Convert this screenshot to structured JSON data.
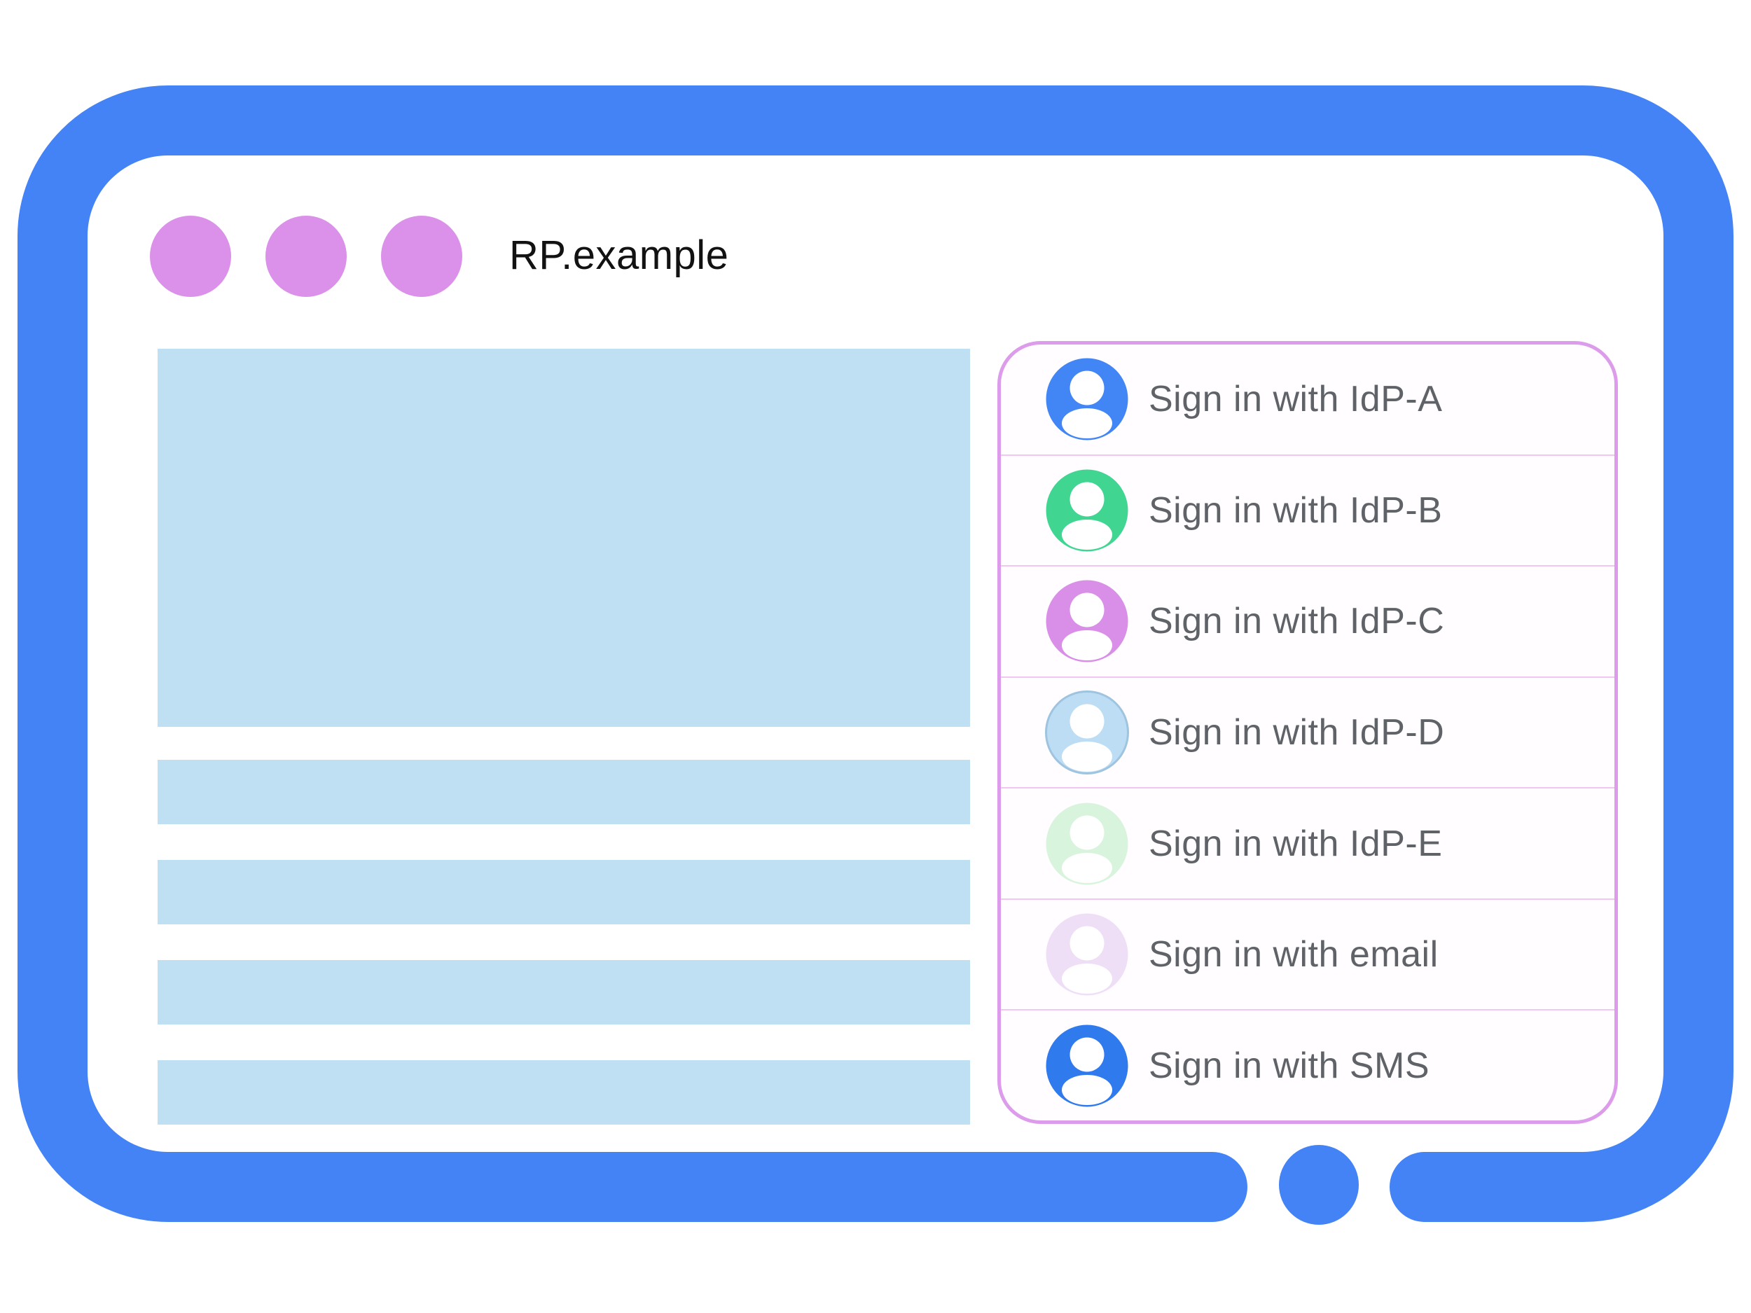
{
  "colors": {
    "frame": "#4483f5",
    "window_dot": "#db90e9",
    "content_block": "#bfdff3",
    "panel_border": "#dc9ceb",
    "row_divider": "#f1c6f3",
    "label_text": "#5f6368",
    "title_text": "#121212"
  },
  "browser": {
    "title": "RP.example",
    "window_dot_count": 3
  },
  "content_placeholder": {
    "hero_blocks": 1,
    "text_bars": 4
  },
  "signin_panel": {
    "items": [
      {
        "id": "idp-a",
        "label": "Sign in with IdP-A",
        "avatar_icon": "person-icon",
        "avatar_color": "#4285f4"
      },
      {
        "id": "idp-b",
        "label": "Sign in with IdP-B",
        "avatar_icon": "person-icon",
        "avatar_color": "#40d692"
      },
      {
        "id": "idp-c",
        "label": "Sign in with IdP-C",
        "avatar_icon": "person-icon",
        "avatar_color": "#d98fe8"
      },
      {
        "id": "idp-d",
        "label": "Sign in with IdP-D",
        "avatar_icon": "person-icon",
        "avatar_color": "#bcddf4",
        "avatar_ring": "#9fc4e0"
      },
      {
        "id": "idp-e",
        "label": "Sign in with IdP-E",
        "avatar_icon": "person-icon",
        "avatar_color": "#d9f4dd"
      },
      {
        "id": "email",
        "label": "Sign in with email",
        "avatar_icon": "person-icon",
        "avatar_color": "#eedff7"
      },
      {
        "id": "sms",
        "label": "Sign in with SMS",
        "avatar_icon": "person-icon",
        "avatar_color": "#2f7aec"
      }
    ]
  }
}
